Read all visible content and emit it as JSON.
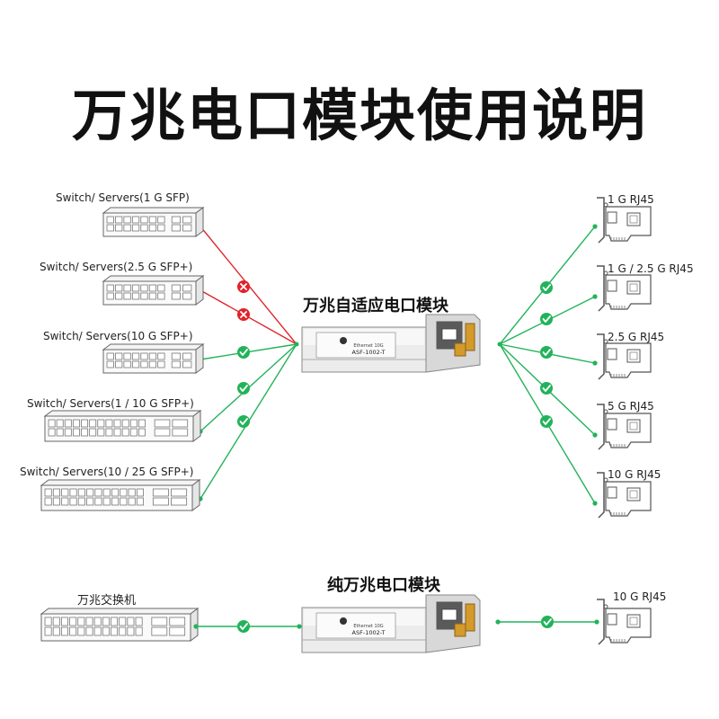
{
  "title": "万兆电口模块使用说明",
  "section1": {
    "module_label": "万兆自适应电口模块",
    "switches": [
      {
        "label": "Switch/ Servers(1 G  SFP)",
        "status": "incompatible"
      },
      {
        "label": "Switch/ Servers(2.5 G  SFP+)",
        "status": "incompatible"
      },
      {
        "label": "Switch/ Servers(10 G  SFP+)",
        "status": "compatible"
      },
      {
        "label": "Switch/ Servers(1 / 10 G  SFP+)",
        "status": "compatible"
      },
      {
        "label": "Switch/ Servers(10 / 25 G  SFP+)",
        "status": "compatible"
      }
    ],
    "nics": [
      {
        "label": "1 G RJ45",
        "status": "compatible"
      },
      {
        "label": "1 G / 2.5 G RJ45",
        "status": "compatible"
      },
      {
        "label": "2.5 G RJ45",
        "status": "compatible"
      },
      {
        "label": "5 G RJ45",
        "status": "compatible"
      },
      {
        "label": "10 G RJ45",
        "status": "compatible"
      }
    ]
  },
  "section2": {
    "module_label": "纯万兆电口模块",
    "switch_label": "万兆交换机",
    "nic_label": "10 G RJ45"
  },
  "module_text": {
    "line1": "ASF-1002-T",
    "line2": "Ethernet 10G"
  },
  "colors": {
    "ok": "#22b35a",
    "bad": "#e0232a",
    "device_stroke": "#666666"
  }
}
